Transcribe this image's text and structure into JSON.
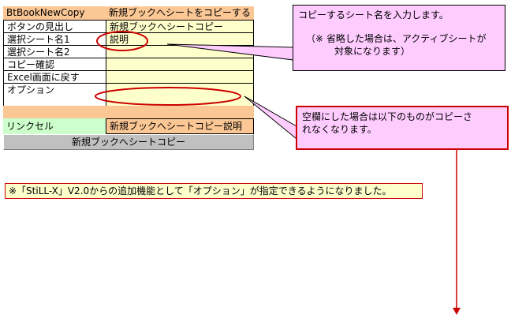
{
  "table": {
    "header": {
      "name": "BtBookNewCopy",
      "value": "新規ブックへシートをコピーする"
    },
    "rows": [
      {
        "label": "ボタンの見出し",
        "value": "新規ブックへシートコピー"
      },
      {
        "label": "選択シート名1",
        "value": "説明"
      },
      {
        "label": "選択シート名2",
        "value": ""
      },
      {
        "label": "コピー確認",
        "value": ""
      },
      {
        "label": "Excel画面に戻す",
        "value": ""
      },
      {
        "label": "オプション",
        "value": ""
      }
    ],
    "link": {
      "label": "リンクセル",
      "value": "新規ブックへシートコピー説明"
    },
    "button_label": "新規ブックへシートコピー"
  },
  "callouts": {
    "sheet_name": {
      "line1": "コピーするシート名を入力します。",
      "line2": "（※ 省略した場合は、アクティブシートが",
      "line3": "対象になります）"
    },
    "option": {
      "line1": "空欄にした場合は以下のものがコピーさ",
      "line2": "れなくなります。"
    }
  },
  "note": "※「StiLL-X」V2.0からの追加機能として「オプション」が指定できるようになりました。",
  "colors": {
    "header": "#fbc795",
    "value_cell": "#ffffcc",
    "link_label": "#ccffcc",
    "callout": "#ffccff",
    "highlight": "#cc0000"
  }
}
